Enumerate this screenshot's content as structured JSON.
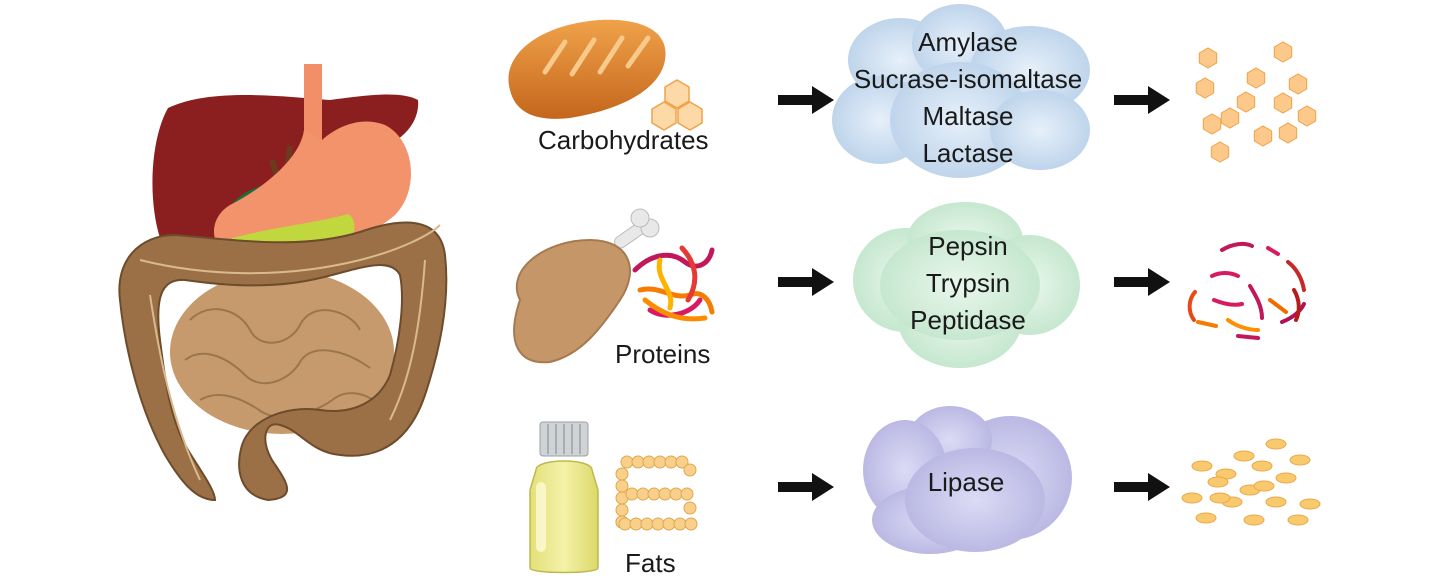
{
  "rows": [
    {
      "food_label": "Carbohydrates",
      "enzymes": [
        "Amylase",
        "Sucrase-isomaltase",
        "Maltase",
        "Lactase"
      ],
      "food_icon": "bread-icon",
      "enzyme_color": "#c4d9ee",
      "product_icon": "sugar-hexagons-icon",
      "product_color": "#fbc98a"
    },
    {
      "food_label": "Proteins",
      "enzymes": [
        "Pepsin",
        "Trypsin",
        "Peptidase"
      ],
      "food_icon": "drumstick-icon",
      "enzyme_color": "#cdebd5",
      "product_icon": "peptide-fragments-icon",
      "product_color": "#d81b60"
    },
    {
      "food_label": "Fats",
      "enzymes": [
        "Lipase"
      ],
      "food_icon": "oil-bottle-icon",
      "enzyme_color": "#c3c2e6",
      "product_icon": "fatty-acid-droplets-icon",
      "product_color": "#f7c46a"
    }
  ],
  "organ_icon": "digestive-system-icon",
  "arrow_color": "#111111"
}
